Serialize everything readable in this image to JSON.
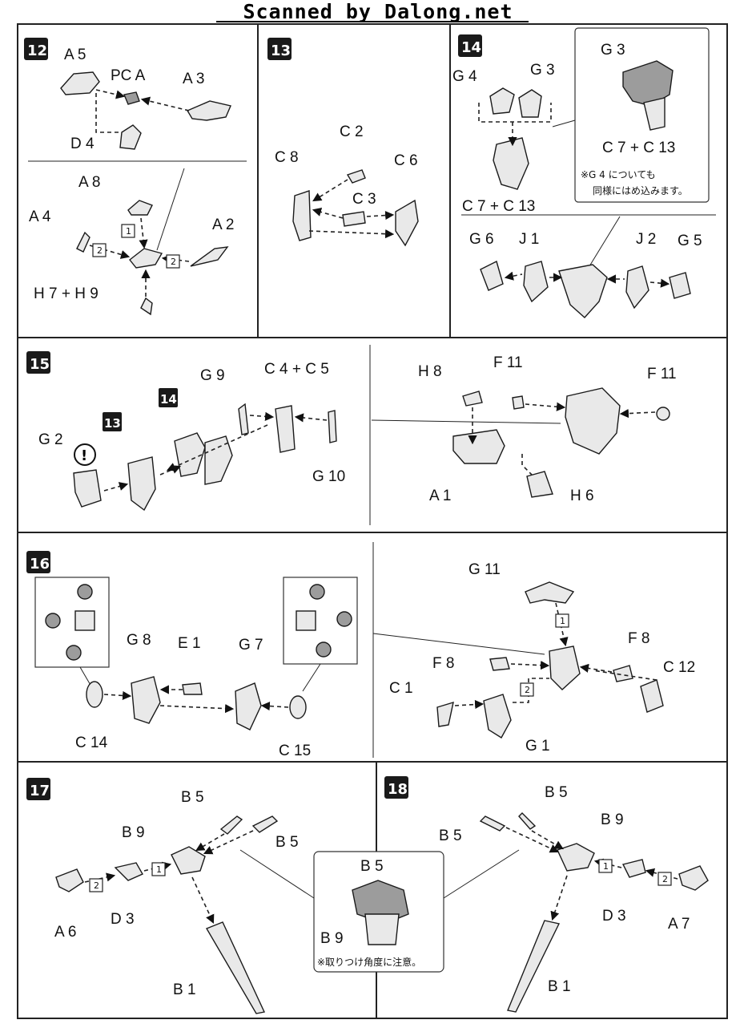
{
  "header": {
    "watermark": "Scanned by Dalong.net"
  },
  "steps": {
    "s12": {
      "number": "12",
      "labels": {
        "a5": "A 5",
        "pca": "PC A",
        "a3": "A 3",
        "d4": "D 4",
        "a8": "A 8",
        "a4": "A 4",
        "a2": "A 2",
        "h7h9": "H 7 + H 9"
      },
      "order": [
        "1",
        "2",
        "2"
      ]
    },
    "s13": {
      "number": "13",
      "labels": {
        "c2": "C 2",
        "c8": "C 8",
        "c6": "C 6",
        "c3": "C 3"
      }
    },
    "s14": {
      "number": "14",
      "labels": {
        "g4": "G 4",
        "g3": "G 3",
        "g3b": "G 3",
        "c7c13": "C 7 + C 13",
        "c7c13b": "C 7 + C 13",
        "g6": "G 6",
        "j1": "J 1",
        "j2": "J 2",
        "g5": "G 5"
      },
      "note_line1": "※G 4 についても",
      "note_line2": "同様にはめ込みます。"
    },
    "s15": {
      "number": "15",
      "labels": {
        "g9": "G 9",
        "c4c5": "C 4 + C 5",
        "g2": "G 2",
        "g10": "G 10",
        "h8": "H 8",
        "f11a": "F 11",
        "f11b": "F 11",
        "a1": "A 1",
        "h6": "H 6"
      },
      "ref13": "13",
      "ref14": "14",
      "caution": "!"
    },
    "s16": {
      "number": "16",
      "labels": {
        "g8": "G 8",
        "e1": "E 1",
        "g7": "G 7",
        "c14": "C 14",
        "c15": "C 15",
        "g11": "G 11",
        "f8a": "F 8",
        "f8b": "F 8",
        "c12": "C 12",
        "c1": "C 1",
        "g1": "G 1"
      },
      "order": [
        "1",
        "2"
      ]
    },
    "s17": {
      "number": "17",
      "labels": {
        "b5a": "B 5",
        "b5b": "B 5",
        "b9": "B 9",
        "a6": "A 6",
        "d3": "D 3",
        "b1": "B 1",
        "b5c": "B 5",
        "b9c": "B 9"
      },
      "order": [
        "1",
        "2"
      ],
      "note": "※取りつけ角度に注意。"
    },
    "s18": {
      "number": "18",
      "labels": {
        "b5a": "B 5",
        "b5b": "B 5",
        "b9": "B 9",
        "d3": "D 3",
        "a7": "A 7",
        "b1": "B 1"
      },
      "order": [
        "1",
        "2"
      ]
    }
  }
}
